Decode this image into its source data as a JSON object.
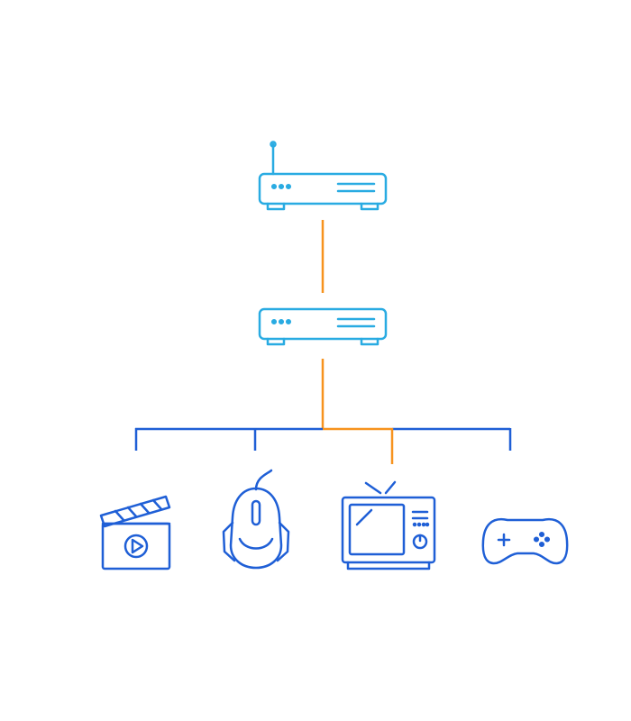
{
  "diagram": {
    "nodes": [
      {
        "id": "router",
        "icon": "wifi-router-icon"
      },
      {
        "id": "modem",
        "icon": "network-switch-icon"
      },
      {
        "id": "video",
        "icon": "clapperboard-video-icon"
      },
      {
        "id": "mouse",
        "icon": "gaming-mouse-icon"
      },
      {
        "id": "tv",
        "icon": "retro-tv-icon"
      },
      {
        "id": "gamepad",
        "icon": "gamepad-icon"
      }
    ],
    "edges": [
      {
        "from": "router",
        "to": "modem",
        "highlighted": true
      },
      {
        "from": "modem",
        "to": "video",
        "highlighted": false
      },
      {
        "from": "modem",
        "to": "mouse",
        "highlighted": false
      },
      {
        "from": "modem",
        "to": "tv",
        "highlighted": true
      },
      {
        "from": "modem",
        "to": "gamepad",
        "highlighted": false
      }
    ]
  },
  "colors": {
    "router_stroke": "#29abe2",
    "device_stroke": "#1f5fd6",
    "tree_line": "#1f5fd6",
    "highlight_line": "#f7931e"
  }
}
